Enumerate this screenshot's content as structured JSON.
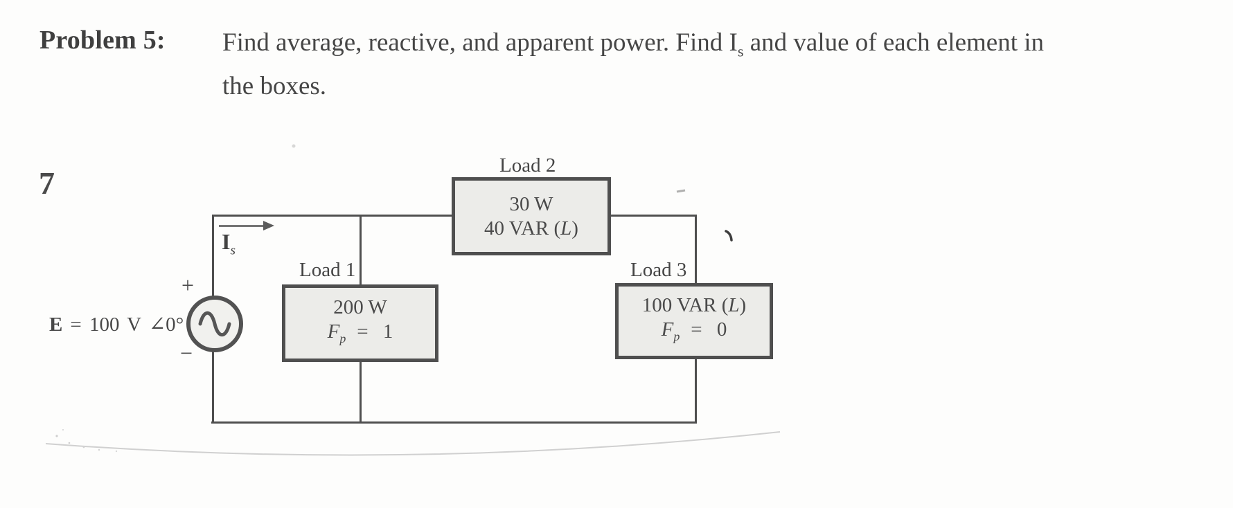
{
  "problem": {
    "label": "Problem 5:",
    "line1_pre": "Find average, reactive, and apparent power. Find I",
    "line1_sub": "s",
    "line1_post": " and value of each element in",
    "line2": "the boxes."
  },
  "page_number": "7",
  "source": {
    "plus": "+",
    "minus": "−",
    "label_e": "E",
    "label_value": "= 100 V ∠0°"
  },
  "current": {
    "symbol": "I",
    "subscript": "s"
  },
  "loads": {
    "load1": {
      "title": "Load 1",
      "power": "200 W",
      "fp_symbol": "F",
      "fp_sub": "p",
      "fp_value": "= 1"
    },
    "load2": {
      "title": "Load 2",
      "power": "30 W",
      "reactive_pre": "40 VAR (",
      "reactive_l": "L",
      "reactive_post": ")"
    },
    "load3": {
      "title": "Load 3",
      "reactive_pre": "100 VAR (",
      "reactive_l": "L",
      "reactive_post": ")",
      "fp_symbol": "F",
      "fp_sub": "p",
      "fp_value": "= 0"
    }
  },
  "colors": {
    "ink": "#454545",
    "wire": "#4f4f4f",
    "box_fill": "#ecece9"
  }
}
